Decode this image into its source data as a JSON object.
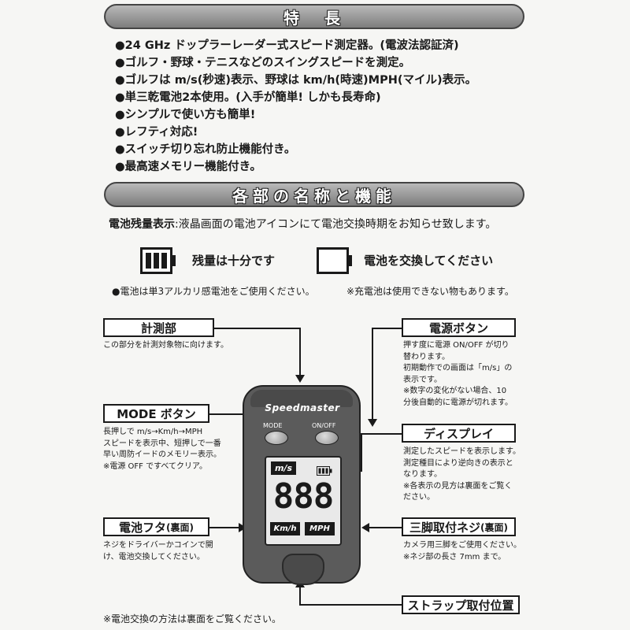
{
  "features": {
    "title": "特　長",
    "items": [
      "●24 GHz ドップラーレーダー式スピード測定器。(電波法認証済)",
      "●ゴルフ・野球・テニスなどのスイングスピードを測定。",
      "●ゴルフは m/s(秒速)表示、野球は km/h(時速)MPH(マイル)表示。",
      "●単三乾電池2本使用。(入手が簡単! しかも長寿命)",
      "●シンプルで使い方も簡単!",
      "●レフティ対応!",
      "●スイッチ切り忘れ防止機能付き。",
      "●最高速メモリー機能付き。"
    ]
  },
  "parts": {
    "title": "各部の名称と機能",
    "battery_label": "電池残量表示",
    "battery_desc": ":液晶画面の電池アイコンにて電池交換時期をお知らせ致します。",
    "battery_full_text": "残量は十分です",
    "battery_empty_text": "電池を交換してください",
    "battery_note_left": "●電池は単3アルカリ感電池をご使用ください。",
    "battery_note_right": "※充電池は使用できない物もあります。"
  },
  "callouts": {
    "measure": {
      "label": "計測部",
      "desc": "この部分を計測対象物に向けます。"
    },
    "power": {
      "label": "電源ボタン",
      "desc": [
        "押す度に電源 ON/OFF が切り",
        "替わります。",
        "初期動作での画面は「m/s」の",
        "表示です。",
        "※数字の変化がない場合、10",
        "分後自動的に電源が切れます。"
      ]
    },
    "mode": {
      "label": "MODE ボタン",
      "desc": [
        "長押しで m/s→Km/h→MPH",
        "スピードを表示中、短押しで一番",
        "早い周防イードのメモリー表示。",
        "※電源 OFF ですべてクリア。"
      ]
    },
    "display": {
      "label": "ディスプレイ",
      "desc": [
        "測定したスピードを表示します。",
        "測定種目により逆向きの表示と",
        "なります。",
        "※各表示の見方は裏面をご覧く",
        "ださい。"
      ]
    },
    "battery_cover": {
      "label": "電池フタ",
      "label_sub": "(裏面)",
      "desc": [
        "ネジをドライバーかコインで開",
        "け、電池交換してください。"
      ]
    },
    "tripod": {
      "label": "三脚取付ネジ",
      "label_sub": "(裏面)",
      "desc": [
        "カメラ用三脚をご使用ください。",
        "※ネジ部の長さ 7mm まで。"
      ]
    },
    "strap": {
      "label": "ストラップ取付位置"
    }
  },
  "device": {
    "brand": "Speedmaster",
    "mode_label": "MODE",
    "power_label": "ON/OFF",
    "unit_ms": "m/s",
    "digits": "888",
    "unit_kmh": "Km/h",
    "unit_mph": "MPH"
  },
  "footer_note": "※電池交換の方法は裏面をご覧ください。",
  "colors": {
    "banner": "#8a8a8a",
    "device_body": "#5a5a5a",
    "lcd": "#e9e9e9"
  }
}
